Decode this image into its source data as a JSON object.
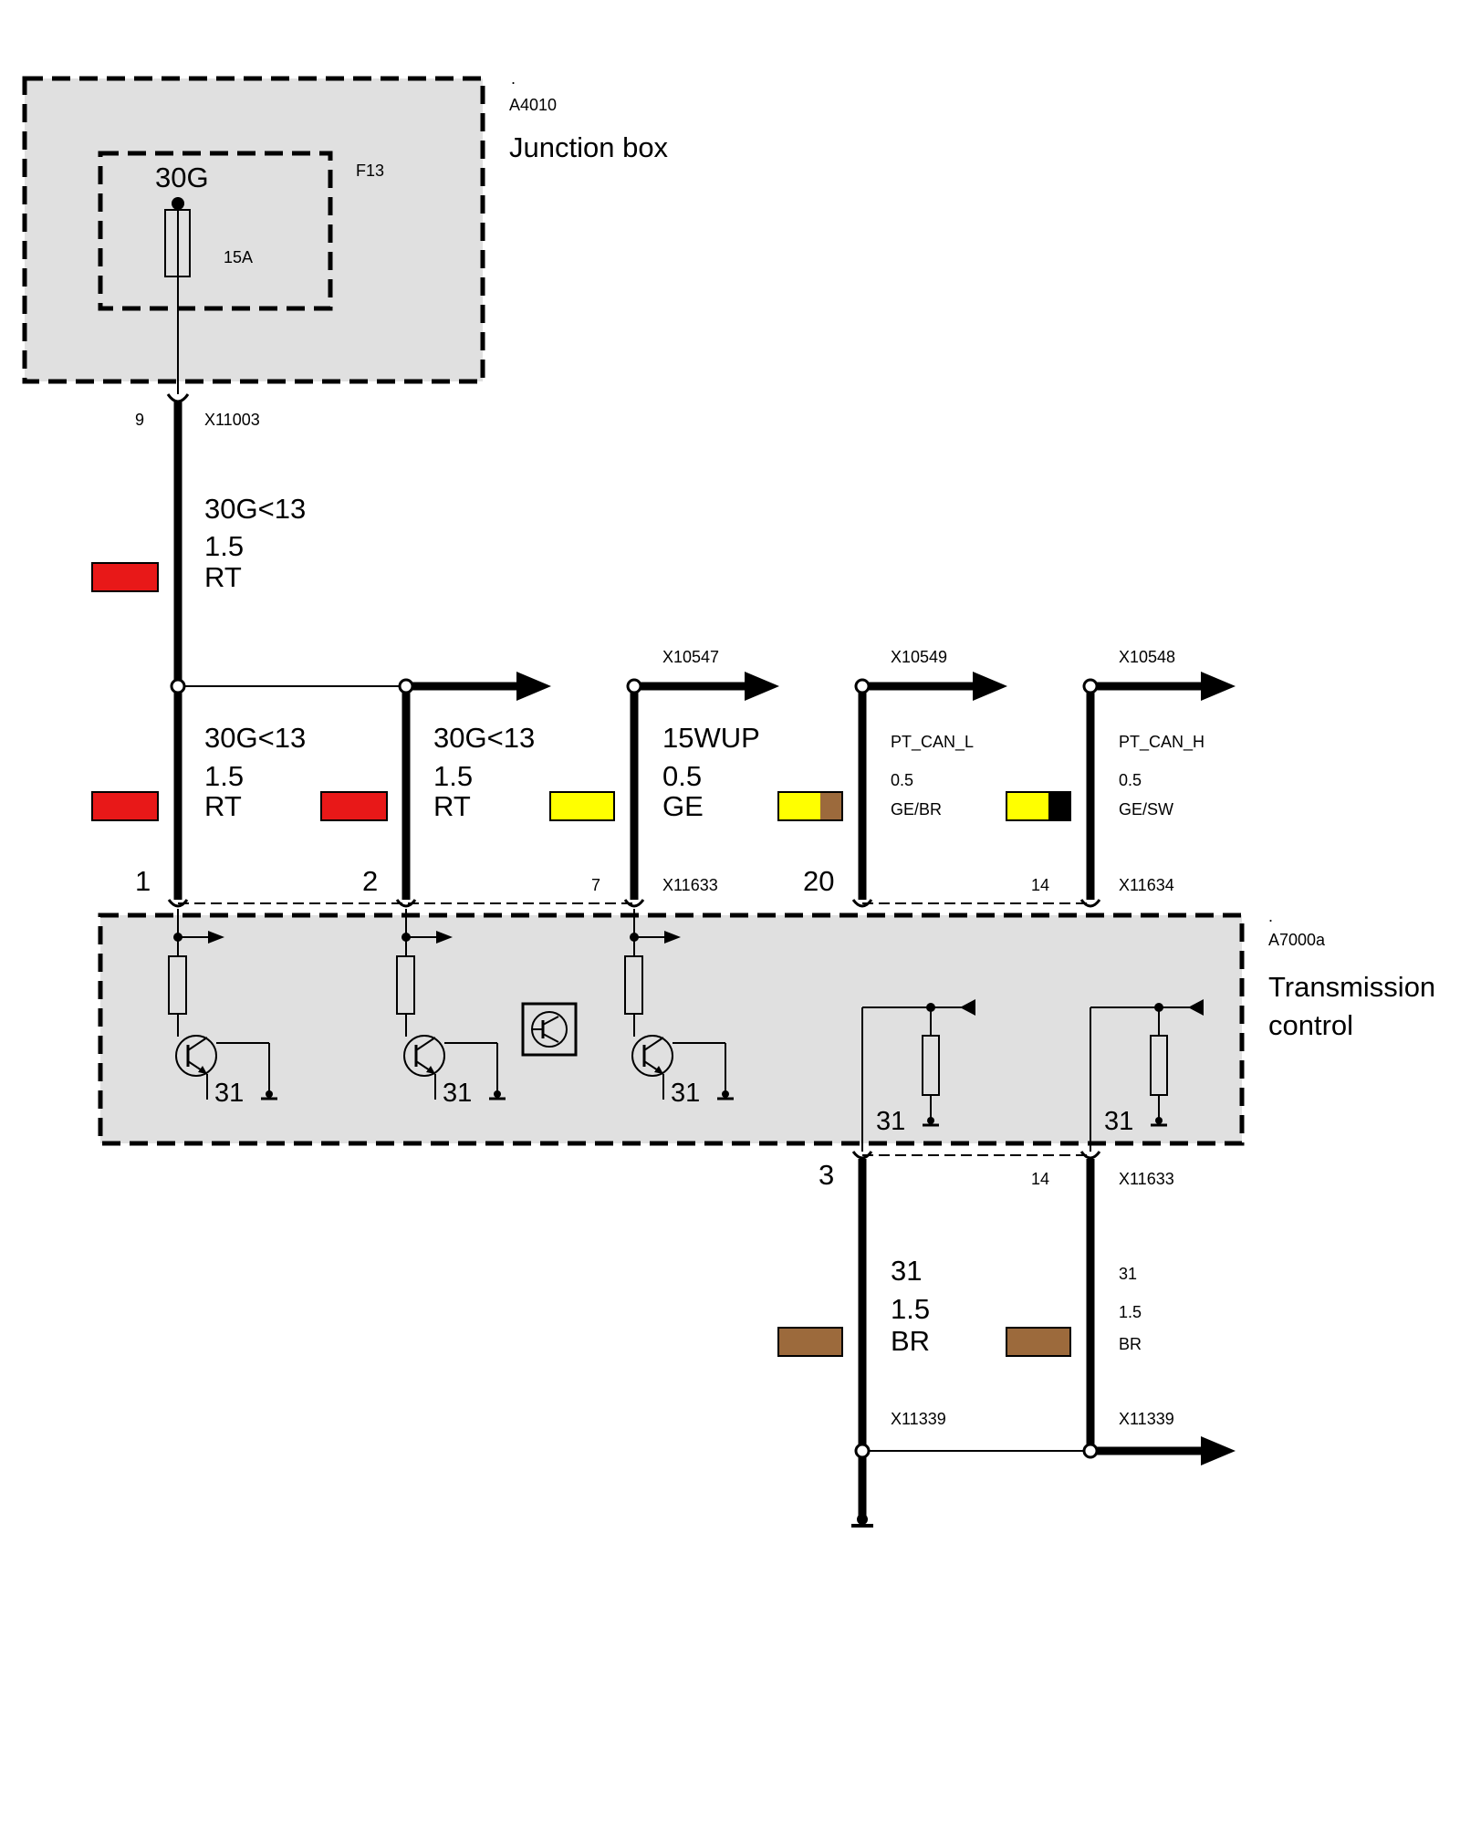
{
  "junction_box": {
    "dot": ".",
    "id": "A4010",
    "title": "Junction box",
    "fuse_id": "F13",
    "terminal": "30G",
    "rating": "15A"
  },
  "connector_top": {
    "pin": "9",
    "id": "X11003"
  },
  "feed_wire": {
    "signal": "30G<13",
    "size": "1.5",
    "color_code": "RT",
    "swatch": "#e81818"
  },
  "branches": [
    {
      "signal": "30G<13",
      "size": "1.5",
      "color_code": "RT",
      "swatch_main": "#e81818",
      "swatch_stripe": "",
      "dest": "",
      "pin": "1",
      "style": "big"
    },
    {
      "signal": "30G<13",
      "size": "1.5",
      "color_code": "RT",
      "swatch_main": "#e81818",
      "swatch_stripe": "",
      "dest": "",
      "pin": "2",
      "style": "big"
    },
    {
      "signal": "15WUP",
      "size": "0.5",
      "color_code": "GE",
      "swatch_main": "#ffff00",
      "swatch_stripe": "",
      "dest": "X10547",
      "pin": "7",
      "style": "big"
    },
    {
      "signal": "PT_CAN_L",
      "size": "0.5",
      "color_code": "GE/BR",
      "swatch_main": "#ffff00",
      "swatch_stripe": "#9c6a3c",
      "dest": "X10549",
      "pin": "20",
      "style": "small"
    },
    {
      "signal": "PT_CAN_H",
      "size": "0.5",
      "color_code": "GE/SW",
      "swatch_main": "#ffff00",
      "swatch_stripe": "#000000",
      "dest": "X10548",
      "pin": "14",
      "style": "small"
    }
  ],
  "connector_tcu_top": {
    "id_a": "X11633",
    "id_b": "X11634"
  },
  "tcu": {
    "dot": ".",
    "id": "A7000a",
    "title_line1": "Transmission",
    "title_line2": "control",
    "ground_label": "31"
  },
  "ground_wires": [
    {
      "pin": "3",
      "signal": "31",
      "size": "1.5",
      "color_code": "BR",
      "swatch": "#9c6a3c",
      "splice": "X11339",
      "style": "big"
    },
    {
      "pin": "14",
      "signal": "31",
      "size": "1.5",
      "color_code": "BR",
      "swatch": "#9c6a3c",
      "splice": "X11339",
      "style": "small"
    }
  ],
  "connector_tcu_bottom": {
    "id": "X11633"
  }
}
